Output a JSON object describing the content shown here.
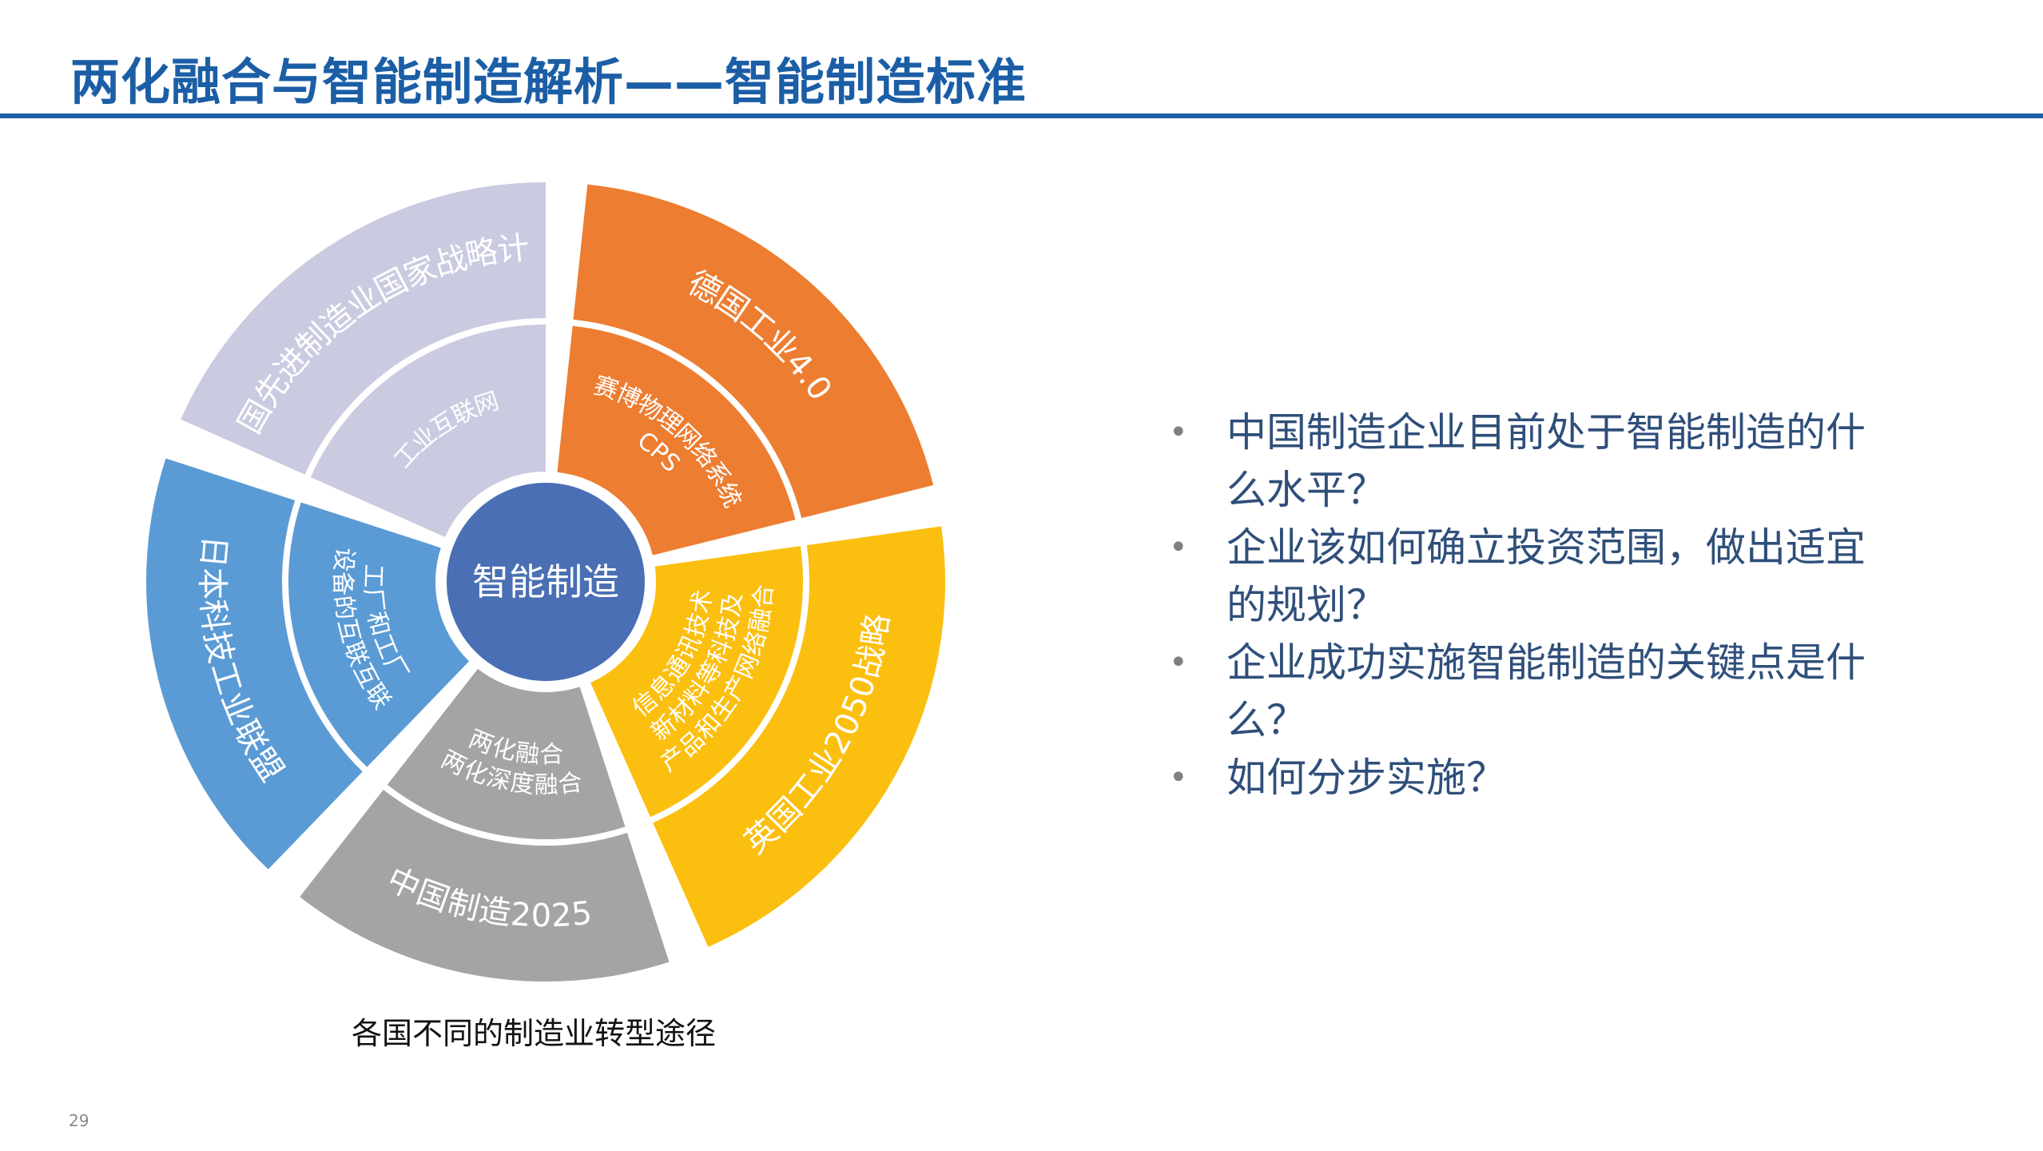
{
  "title": "两化融合与智能制造解析——智能制造标准",
  "page_number": "29",
  "caption": "各国不同的制造业转型途径",
  "diagram": {
    "center": "智能制造",
    "center_color": "#4a6fb5",
    "outer_ring": [
      {
        "label": "美国先进制造业国家战略计划",
        "color": "#cacbe0"
      },
      {
        "label": "德国工业4.0",
        "color": "#ed7d31"
      },
      {
        "label": "英国工业2050战略",
        "color": "#fbbf10"
      },
      {
        "label": "中国制造2025",
        "color": "#a5a4a4"
      },
      {
        "label": "日本科技工业联盟",
        "color": "#5b9bd5"
      }
    ],
    "inner_ring": [
      {
        "lines": [
          "工业互联网"
        ],
        "color": "#cacbe0"
      },
      {
        "lines": [
          "赛博物理网络系统",
          "CPS"
        ],
        "color": "#ed7d31"
      },
      {
        "lines": [
          "信息通讯技术",
          "新材料等科技及",
          "产品和生产网络融合"
        ],
        "color": "#fbbf10"
      },
      {
        "lines": [
          "两化融合",
          "两化深度融合"
        ],
        "color": "#a5a4a4"
      },
      {
        "lines": [
          "工厂和工厂",
          "设备的互联互联"
        ],
        "color": "#5b9bd5"
      }
    ]
  },
  "bullets": [
    "中国制造企业目前处于智能制造的什么水平？",
    "企业该如何确立投资范围，做出适宜的规划？",
    "企业成功实施智能制造的关键点是什么？",
    "如何分步实施？"
  ],
  "bullet_symbol": "•",
  "colors": {
    "title": "#1b5ea6",
    "rule": "#1b5ea6",
    "bullet_text": "#2f4f7a"
  }
}
